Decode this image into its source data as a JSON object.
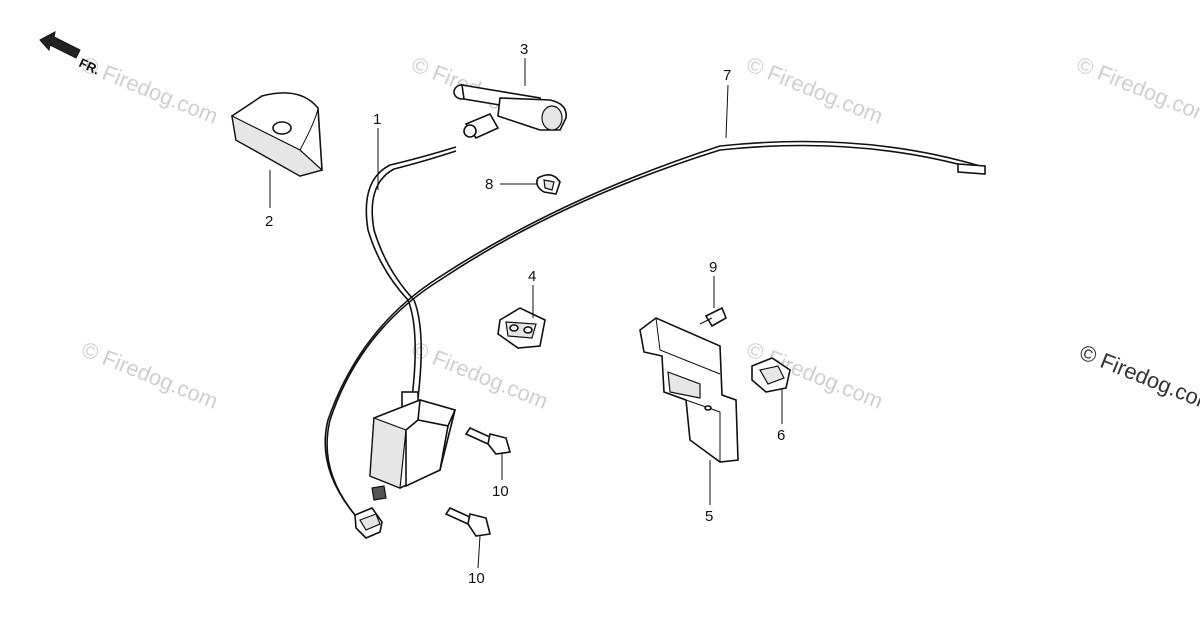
{
  "diagram": {
    "direction_label": "FR.",
    "watermark": "© Firedog.com",
    "callouts": [
      {
        "id": "1",
        "label": "1"
      },
      {
        "id": "2",
        "label": "2"
      },
      {
        "id": "3",
        "label": "3"
      },
      {
        "id": "4",
        "label": "4"
      },
      {
        "id": "5",
        "label": "5"
      },
      {
        "id": "6",
        "label": "6"
      },
      {
        "id": "7",
        "label": "7"
      },
      {
        "id": "8",
        "label": "8"
      },
      {
        "id": "9",
        "label": "9"
      },
      {
        "id": "10a",
        "label": "10"
      },
      {
        "id": "10b",
        "label": "10"
      }
    ]
  }
}
